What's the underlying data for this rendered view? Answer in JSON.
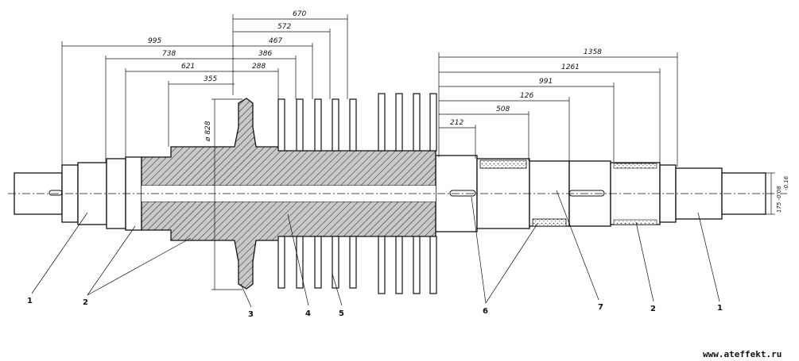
{
  "dimensions": {
    "d995": "995",
    "d738": "738",
    "d621": "621",
    "d355": "355",
    "d288": "288",
    "d386": "386",
    "d467": "467",
    "d572": "572",
    "d670": "670",
    "d1358": "1358",
    "d1261": "1261",
    "d991": "991",
    "d126": "126",
    "d508": "508",
    "d212": "212",
    "diam_rotor": "ø 828",
    "diam_end": "175 -0.08",
    "diam_end2": "-0.16"
  },
  "callouts": {
    "c1_left": "1",
    "c2_left": "2",
    "c3": "3",
    "c4": "4",
    "c5": "5",
    "c6": "6",
    "c7": "7",
    "c2_right": "2",
    "c1_right": "1"
  },
  "watermark": "www.ateffekt.ru"
}
